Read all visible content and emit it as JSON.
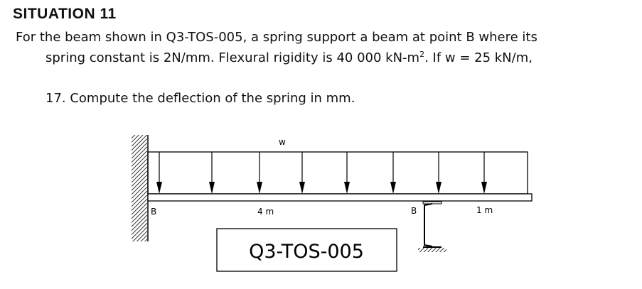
{
  "heading": "SITUATION 11",
  "statement_line1": "For the beam shown in Q3-TOS-005, a spring support a beam at point B where its",
  "statement_line2_a": "spring constant is 2N/mm. Flexural rigidity is 40 000 kN-m",
  "statement_line2_sup": "2",
  "statement_line2_b": ". If w = 25 kN/m,",
  "question": "17. Compute the deflection of the spring in mm.",
  "figure": {
    "load_label": "w",
    "left_support_label": "B",
    "span1_label": "4 m",
    "spring_label": "B",
    "span2_label": "1 m",
    "figure_id": "Q3-TOS-005"
  }
}
